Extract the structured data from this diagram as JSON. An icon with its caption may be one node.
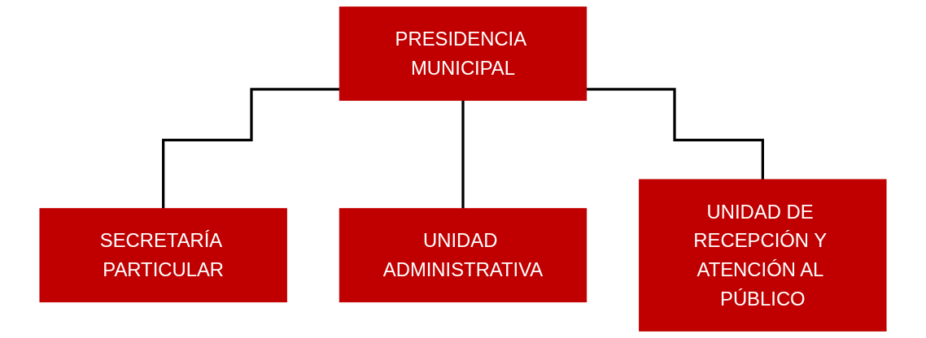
{
  "diagram": {
    "nodes": [
      {
        "text": [
          "PRESIDENCIA MUNICIPAL"
        ]
      },
      {
        "text": [
          "SECRETARÍA PARTICULAR"
        ]
      },
      {
        "text": [
          "UNIDAD ADMINISTRATIVA"
        ]
      },
      {
        "text": [
          "UNIDAD DE RECEPCIÓN Y ATENCIÓN AL PÚBLICO"
        ]
      }
    ],
    "edges": [
      {
        "from": 0,
        "to": 1,
        "arrow": "none"
      },
      {
        "from": 0,
        "to": 2,
        "arrow": "none"
      },
      {
        "from": 0,
        "to": 3,
        "arrow": "none"
      }
    ]
  }
}
